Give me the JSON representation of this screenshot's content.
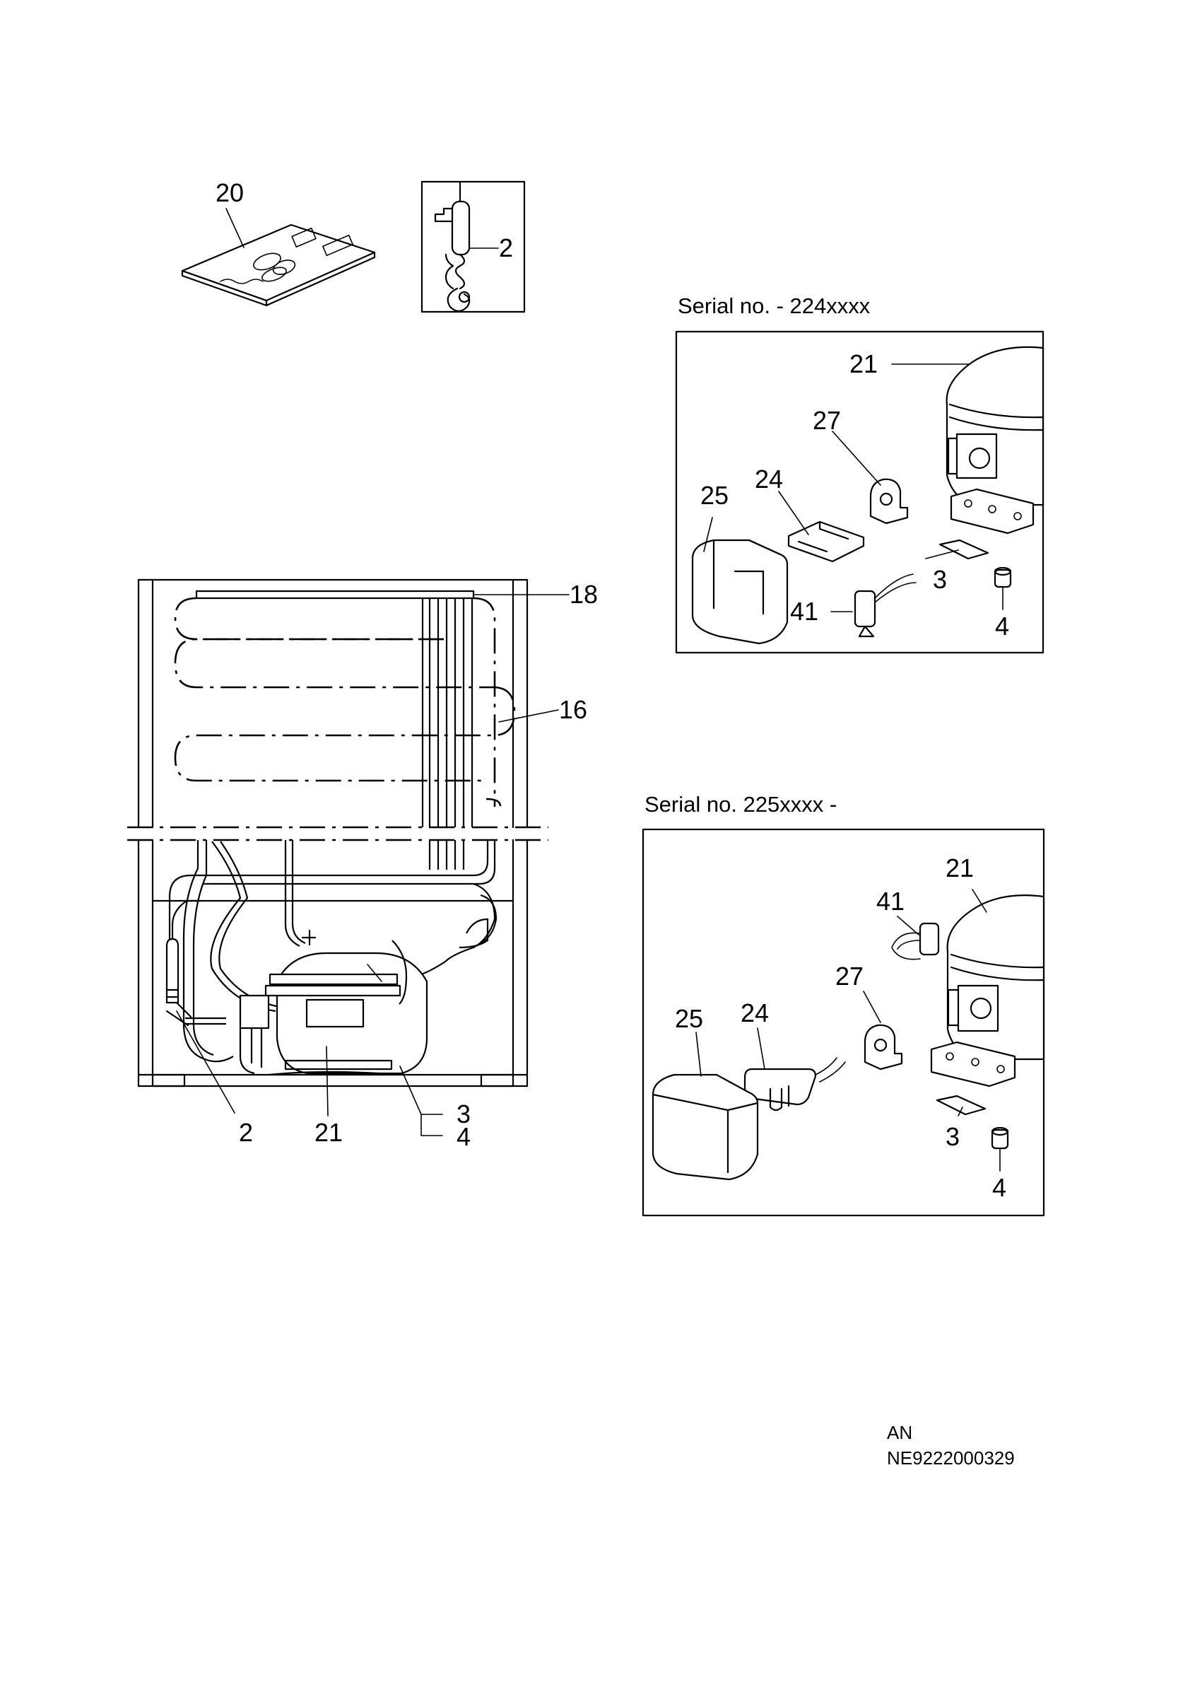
{
  "callouts": {
    "manual": "20",
    "probe": "2",
    "top_18": "18",
    "top_16": "16",
    "bottom_2": "2",
    "bottom_21": "21",
    "bottom_3": "3",
    "bottom_4": "4"
  },
  "panel_old": {
    "caption": "Serial no. - 224xxxx",
    "labels": {
      "compressor": "21",
      "relay": "27",
      "clip": "24",
      "cover": "25",
      "bracket": "3",
      "grommet": "4",
      "capacitor": "41"
    }
  },
  "panel_new": {
    "caption": "Serial no. 225xxxx -",
    "labels": {
      "compressor": "21",
      "capacitor": "41",
      "relay": "27",
      "cover": "25",
      "clip": "24",
      "bracket": "3",
      "grommet": "4"
    }
  },
  "footer": {
    "line1": "AN",
    "line2": "NE9222000329"
  }
}
